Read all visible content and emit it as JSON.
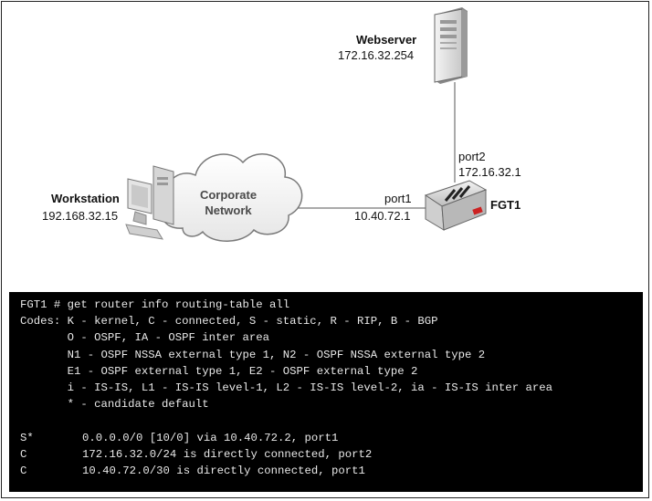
{
  "nodes": {
    "webserver": {
      "name": "Webserver",
      "ip": "172.16.32.254"
    },
    "workstation": {
      "name": "Workstation",
      "ip": "192.168.32.15"
    },
    "fgt1": {
      "name": "FGT1"
    },
    "cloud": {
      "line1": "Corporate",
      "line2": "Network"
    }
  },
  "ports": {
    "port2": {
      "name": "port2",
      "ip": "172.16.32.1"
    },
    "port1": {
      "name": "port1",
      "ip": "10.40.72.1"
    }
  },
  "terminal": {
    "command": "FGT1 # get router info routing-table all",
    "codes": [
      "Codes: K - kernel, C - connected, S - static, R - RIP, B - BGP",
      "       O - OSPF, IA - OSPF inter area",
      "       N1 - OSPF NSSA external type 1, N2 - OSPF NSSA external type 2",
      "       E1 - OSPF external type 1, E2 - OSPF external type 2",
      "       i - IS-IS, L1 - IS-IS level-1, L2 - IS-IS level-2, ia - IS-IS inter area",
      "       * - candidate default"
    ],
    "routes": [
      {
        "code": "S*",
        "text": "0.0.0.0/0 [10/0] via 10.40.72.2, port1"
      },
      {
        "code": "C",
        "text": "172.16.32.0/24 is directly connected, port2"
      },
      {
        "code": "C",
        "text": "10.40.72.0/30 is directly connected, port1"
      }
    ]
  },
  "colors": {
    "terminal_bg": "#000000",
    "terminal_fg": "#e8e8e8",
    "firewall_accent": "#cc2222"
  }
}
